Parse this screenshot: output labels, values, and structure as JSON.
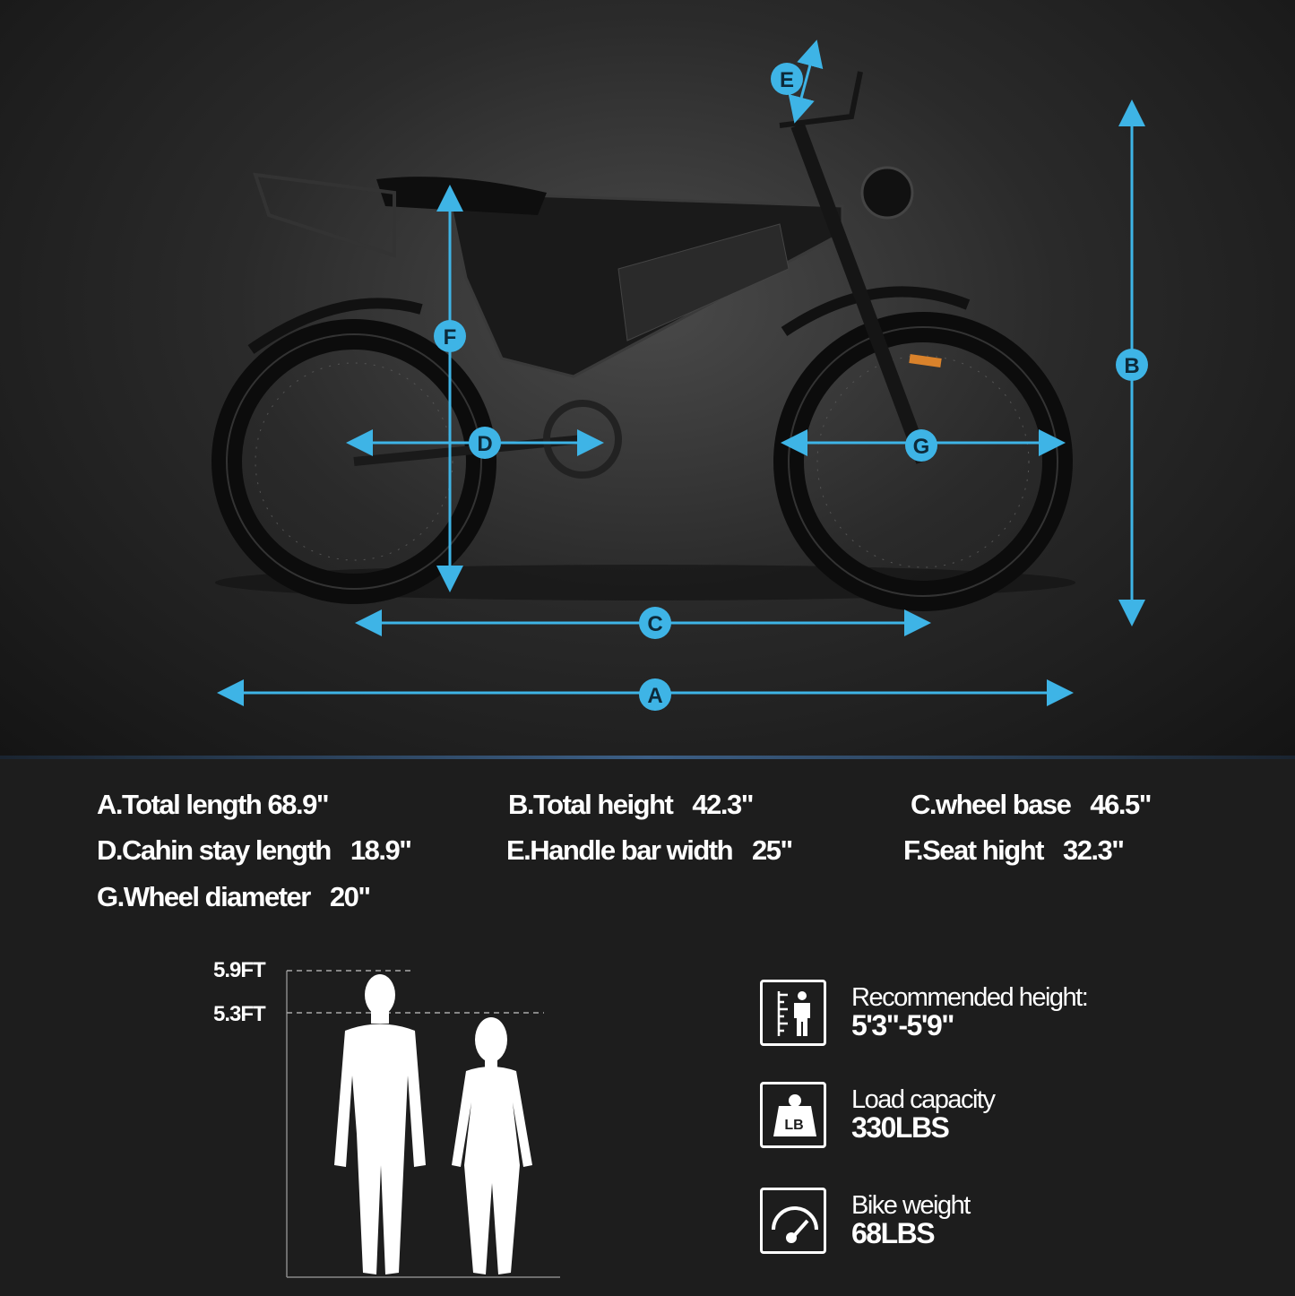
{
  "accent_color": "#3eb4e6",
  "diagram_labels": [
    "A",
    "B",
    "C",
    "D",
    "E",
    "F",
    "G"
  ],
  "specs": [
    {
      "label": "A.Total length",
      "value": "68.9\""
    },
    {
      "label": "B.Total height",
      "value": "42.3\""
    },
    {
      "label": "C.wheel base",
      "value": "46.5\""
    },
    {
      "label": "D.Cahin stay length",
      "value": "18.9\""
    },
    {
      "label": "E.Handle bar width",
      "value": "25\""
    },
    {
      "label": "F.Seat hight",
      "value": "32.3\""
    },
    {
      "label": "G.Wheel diameter",
      "value": "20\""
    }
  ],
  "height_scale": {
    "upper": "5.9FT",
    "lower": "5.3FT"
  },
  "info": [
    {
      "icon": "height-ruler-person-icon",
      "label": "Recommended height:",
      "value": "5'3\"-5'9\""
    },
    {
      "icon": "weight-lb-icon",
      "label": "Load capacity",
      "value": "330LBS"
    },
    {
      "icon": "gauge-icon",
      "label": "Bike weight",
      "value": "68LBS"
    }
  ]
}
